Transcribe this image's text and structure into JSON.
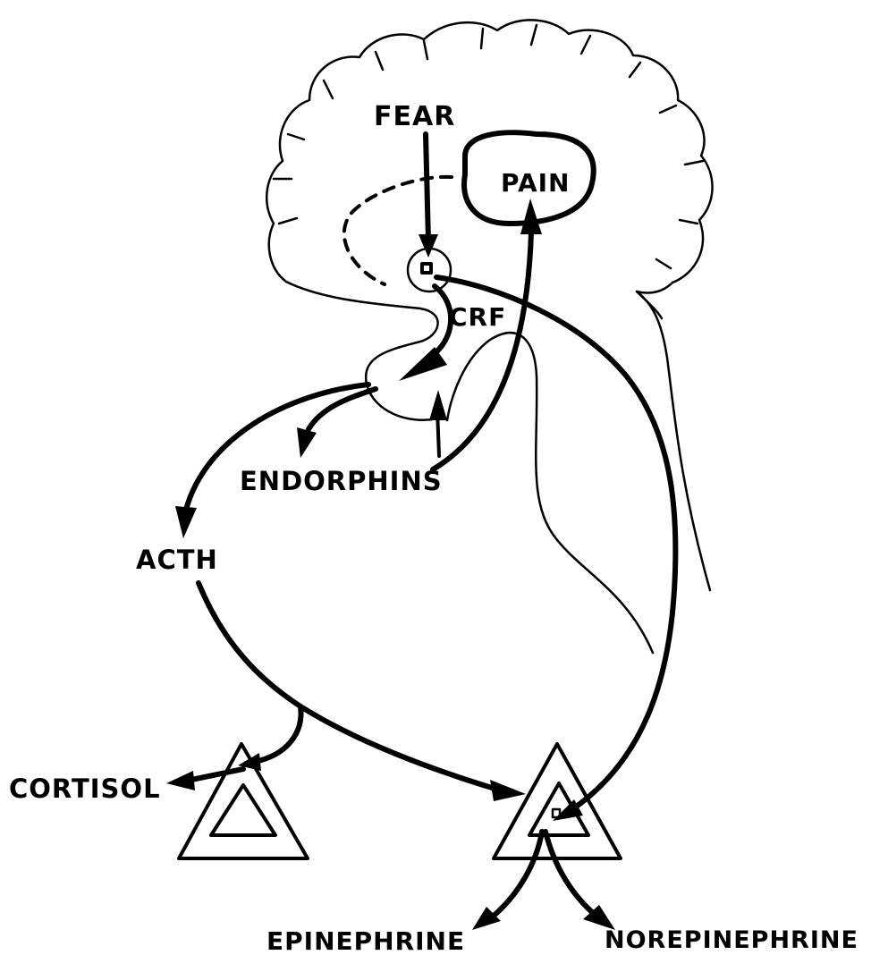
{
  "labels": {
    "fear": "FEAR",
    "pain": "PAIN",
    "crf": "CRF",
    "endorphins": "ENDORPHINS",
    "acth": "ACTH",
    "cortisol": "CORTISOL",
    "epinephrine": "EPINEPHRINE",
    "norepinephrine": "NOREPINEPHRINE"
  },
  "colors": {
    "ink": "#000000",
    "background": "#ffffff"
  }
}
